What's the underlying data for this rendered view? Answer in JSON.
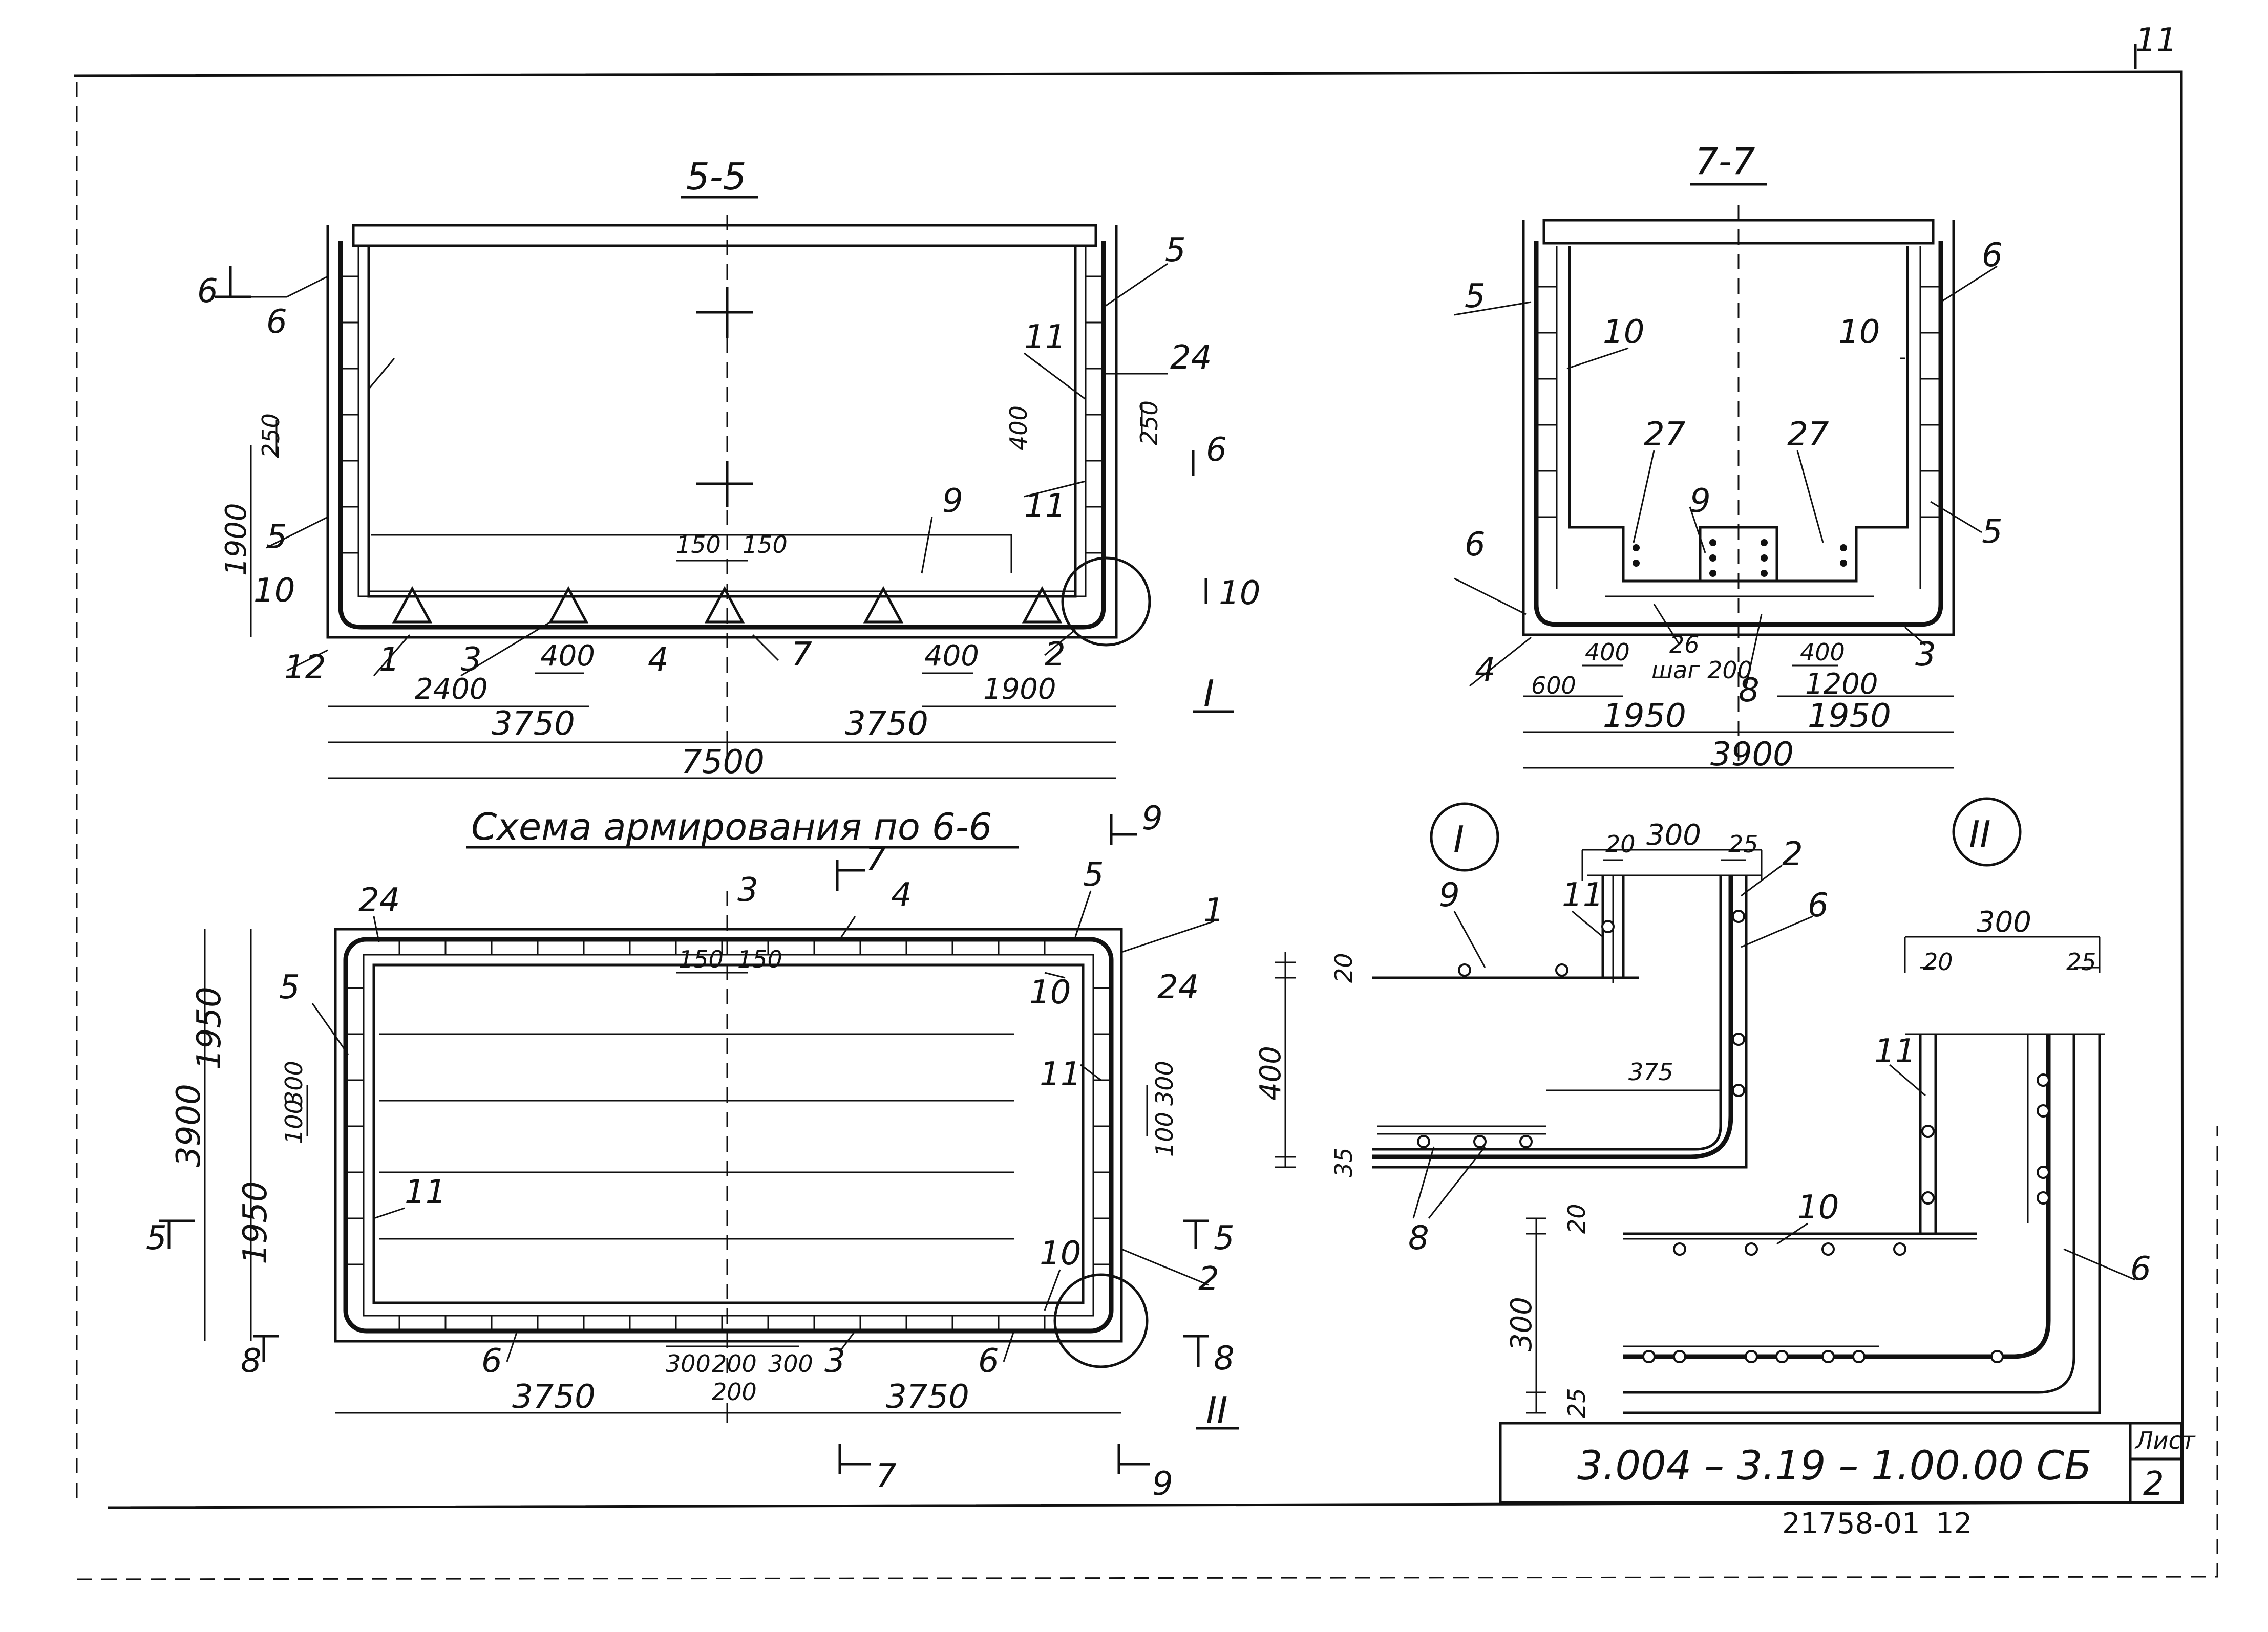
{
  "sheet": {
    "corner_mark": "11",
    "designation": "3.004 – 3.19 – 1.00.00 СБ",
    "sheet_label": "Лист",
    "sheet_number": "2",
    "inventory_no": "21758-01",
    "format_no": "12"
  },
  "views": {
    "section_5_5": {
      "title": "5-5",
      "dims": [
        "150",
        "150",
        "400",
        "400",
        "2400",
        "1900",
        "3750",
        "3750",
        "7500",
        "250",
        "1900",
        "400",
        "250"
      ],
      "labels": [
        "6",
        "6",
        "5",
        "10",
        "12",
        "1",
        "3",
        "4",
        "7",
        "2",
        "9",
        "11",
        "11",
        "5",
        "24",
        "6",
        "10",
        "11",
        "I"
      ]
    },
    "section_7_7": {
      "title": "7-7",
      "dims": [
        "400",
        "600",
        "1950",
        "1950",
        "3900",
        "400",
        "1200",
        "шаг 200"
      ],
      "labels": [
        "5",
        "10",
        "27",
        "27",
        "9",
        "6",
        "4",
        "26",
        "8",
        "3",
        "5",
        "10",
        "6"
      ]
    },
    "plan_6_6": {
      "title": "Схема армирования по 6-6",
      "dims": [
        "1950",
        "1950",
        "3900",
        "100",
        "300",
        "150",
        "150",
        "300",
        "100",
        "300",
        "200",
        "300",
        "200",
        "3750",
        "3750"
      ],
      "labels": [
        "24",
        "5",
        "11",
        "3",
        "4",
        "5",
        "1",
        "10",
        "24",
        "11",
        "10",
        "2",
        "6",
        "3",
        "6",
        "5",
        "8",
        "9",
        "7",
        "7",
        "7",
        "9",
        "5",
        "8",
        "II"
      ]
    },
    "node_I": {
      "title": "I",
      "dims": [
        "300",
        "20",
        "25",
        "20",
        "400",
        "375",
        "35"
      ],
      "labels": [
        "11",
        "9",
        "2",
        "6",
        "8"
      ]
    },
    "node_II": {
      "title": "II",
      "dims": [
        "300",
        "20",
        "25",
        "20",
        "300",
        "25"
      ],
      "labels": [
        "11",
        "10",
        "6"
      ]
    }
  }
}
